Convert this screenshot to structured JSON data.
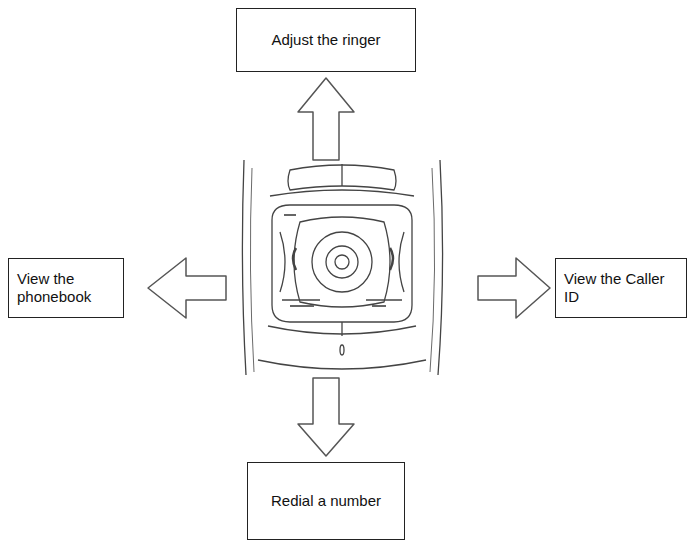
{
  "diagram": {
    "nodes": [
      {
        "text": [
          "Adjust the ringer"
        ]
      },
      {
        "text": [
          "View the phonebook"
        ]
      },
      {
        "text": [
          "View the Caller ID"
        ]
      },
      {
        "text": [
          "Redial a number"
        ]
      }
    ]
  }
}
